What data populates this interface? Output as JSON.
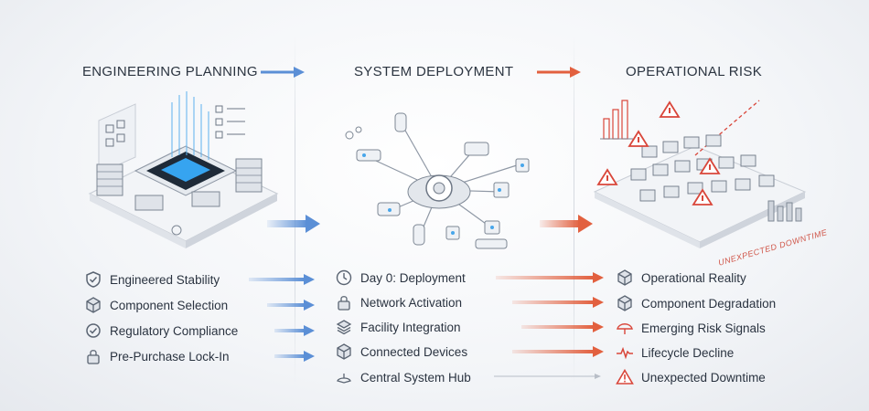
{
  "columns": [
    {
      "title": "ENGINEERING PLANNING",
      "items": [
        {
          "label": "Engineered Stability",
          "icon": "shield-check-icon"
        },
        {
          "label": "Component Selection",
          "icon": "cube-icon"
        },
        {
          "label": "Regulatory Compliance",
          "icon": "badge-check-icon"
        },
        {
          "label": "Pre-Purchase Lock-In",
          "icon": "lock-icon"
        }
      ]
    },
    {
      "title": "SYSTEM DEPLOYMENT",
      "items": [
        {
          "label": "Day 0: Deployment",
          "icon": "clock-icon"
        },
        {
          "label": "Network Activation",
          "icon": "lock-icon"
        },
        {
          "label": "Facility Integration",
          "icon": "layers-icon"
        },
        {
          "label": "Connected Devices",
          "icon": "cube-icon"
        },
        {
          "label": "Central System Hub",
          "icon": "hub-icon"
        }
      ]
    },
    {
      "title": "OPERATIONAL RISK",
      "items": [
        {
          "label": "Operational Reality",
          "icon": "cube-icon"
        },
        {
          "label": "Component Degradation",
          "icon": "cube-icon"
        },
        {
          "label": "Emerging Risk Signals",
          "icon": "umbrella-warning-icon"
        },
        {
          "label": "Lifecycle Decline",
          "icon": "pulse-icon"
        },
        {
          "label": "Unexpected Downtime",
          "icon": "warning-icon"
        }
      ]
    }
  ],
  "illustration_labels": {
    "unexpected_downtime_stamp": "UNEXPECTED DOWNTIME"
  },
  "colors": {
    "blue_arrow": "#5b8fd6",
    "orange_arrow": "#e2603f",
    "icon_gray": "#5a6472",
    "chip_blue": "#2f8fe8",
    "warning_red": "#d9463a"
  }
}
